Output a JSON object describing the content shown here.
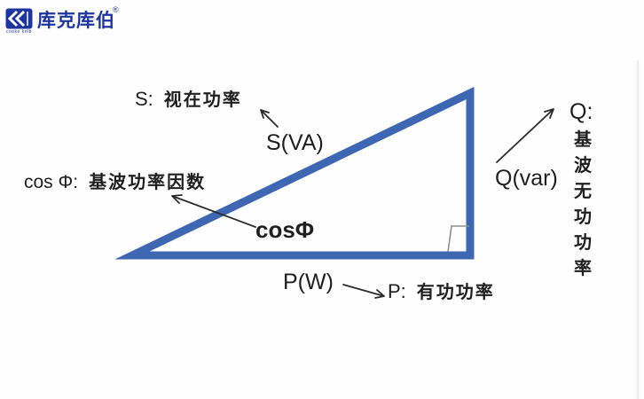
{
  "logo": {
    "company_name": "库克库伯",
    "registered_mark": "®",
    "tagline": "cooke kolb",
    "icon": "double-chevron-k-icon",
    "brand_color": "#1e35a0"
  },
  "diagram": {
    "type": "power-triangle",
    "triangle_color": "#3d67b2",
    "arrow_color": "#2b2b2b",
    "right_angle_marker_color": "#8f8f8f",
    "hypotenuse_label": "S(VA)",
    "base_label": "P(W)",
    "right_side_label": "Q(var)",
    "angle_label": "cosΦ",
    "notes": {
      "s": {
        "prefix": "S:",
        "text": "视在功率"
      },
      "cos": {
        "prefix": "cos Φ:",
        "text": "基波功率因数"
      },
      "p": {
        "prefix": "P:",
        "text": "有功功率"
      },
      "q": {
        "prefix": "Q:",
        "chars": [
          "基",
          "波",
          "无",
          "功",
          "功",
          "率"
        ]
      }
    }
  }
}
